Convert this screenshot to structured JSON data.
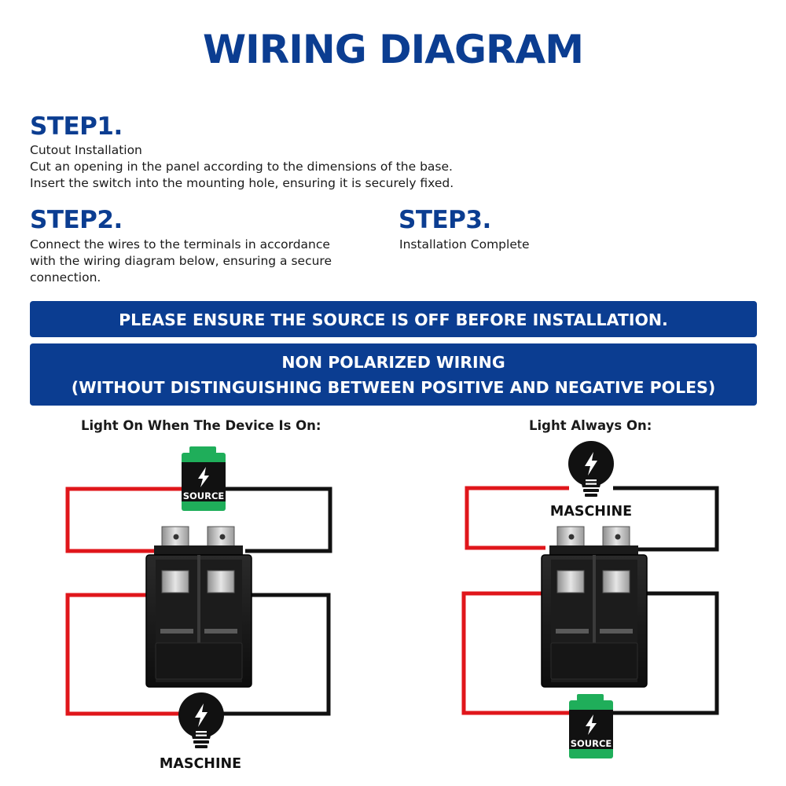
{
  "header": {
    "title": "WIRING DIAGRAM"
  },
  "steps": [
    {
      "heading": "STEP1.",
      "lines": [
        "Cutout Installation",
        "Cut an opening in the panel according to the dimensions of the base.",
        "Insert the switch into the mounting hole, ensuring it is securely fixed."
      ]
    },
    {
      "heading": "STEP2.",
      "lines": [
        "Connect the wires to the terminals in accordance",
        "with the wiring diagram below, ensuring a secure",
        "connection."
      ]
    },
    {
      "heading": "STEP3.",
      "lines": [
        "Installation Complete"
      ]
    }
  ],
  "banners": {
    "warning": "PLEASE ENSURE THE SOURCE IS OFF BEFORE INSTALLATION.",
    "wiring_line1": "NON POLARIZED WIRING",
    "wiring_line2": "(WITHOUT DISTINGUISHING BETWEEN POSITIVE AND NEGATIVE POLES)"
  },
  "diagrams": [
    {
      "label": "Light On When The Device Is On:",
      "source_label": "SOURCE",
      "machine_label": "MASCHINE"
    },
    {
      "label": "Light Always On:",
      "source_label": "SOURCE",
      "machine_label": "MASCHINE"
    }
  ],
  "colors": {
    "brand_blue": "#0b3d91",
    "wire_red": "#e0161b",
    "wire_black": "#111111",
    "source_green": "#1fae5a"
  },
  "icons": [
    "lightning-bolt-icon",
    "light-bulb-icon",
    "battery-icon",
    "rocker-switch-icon"
  ]
}
